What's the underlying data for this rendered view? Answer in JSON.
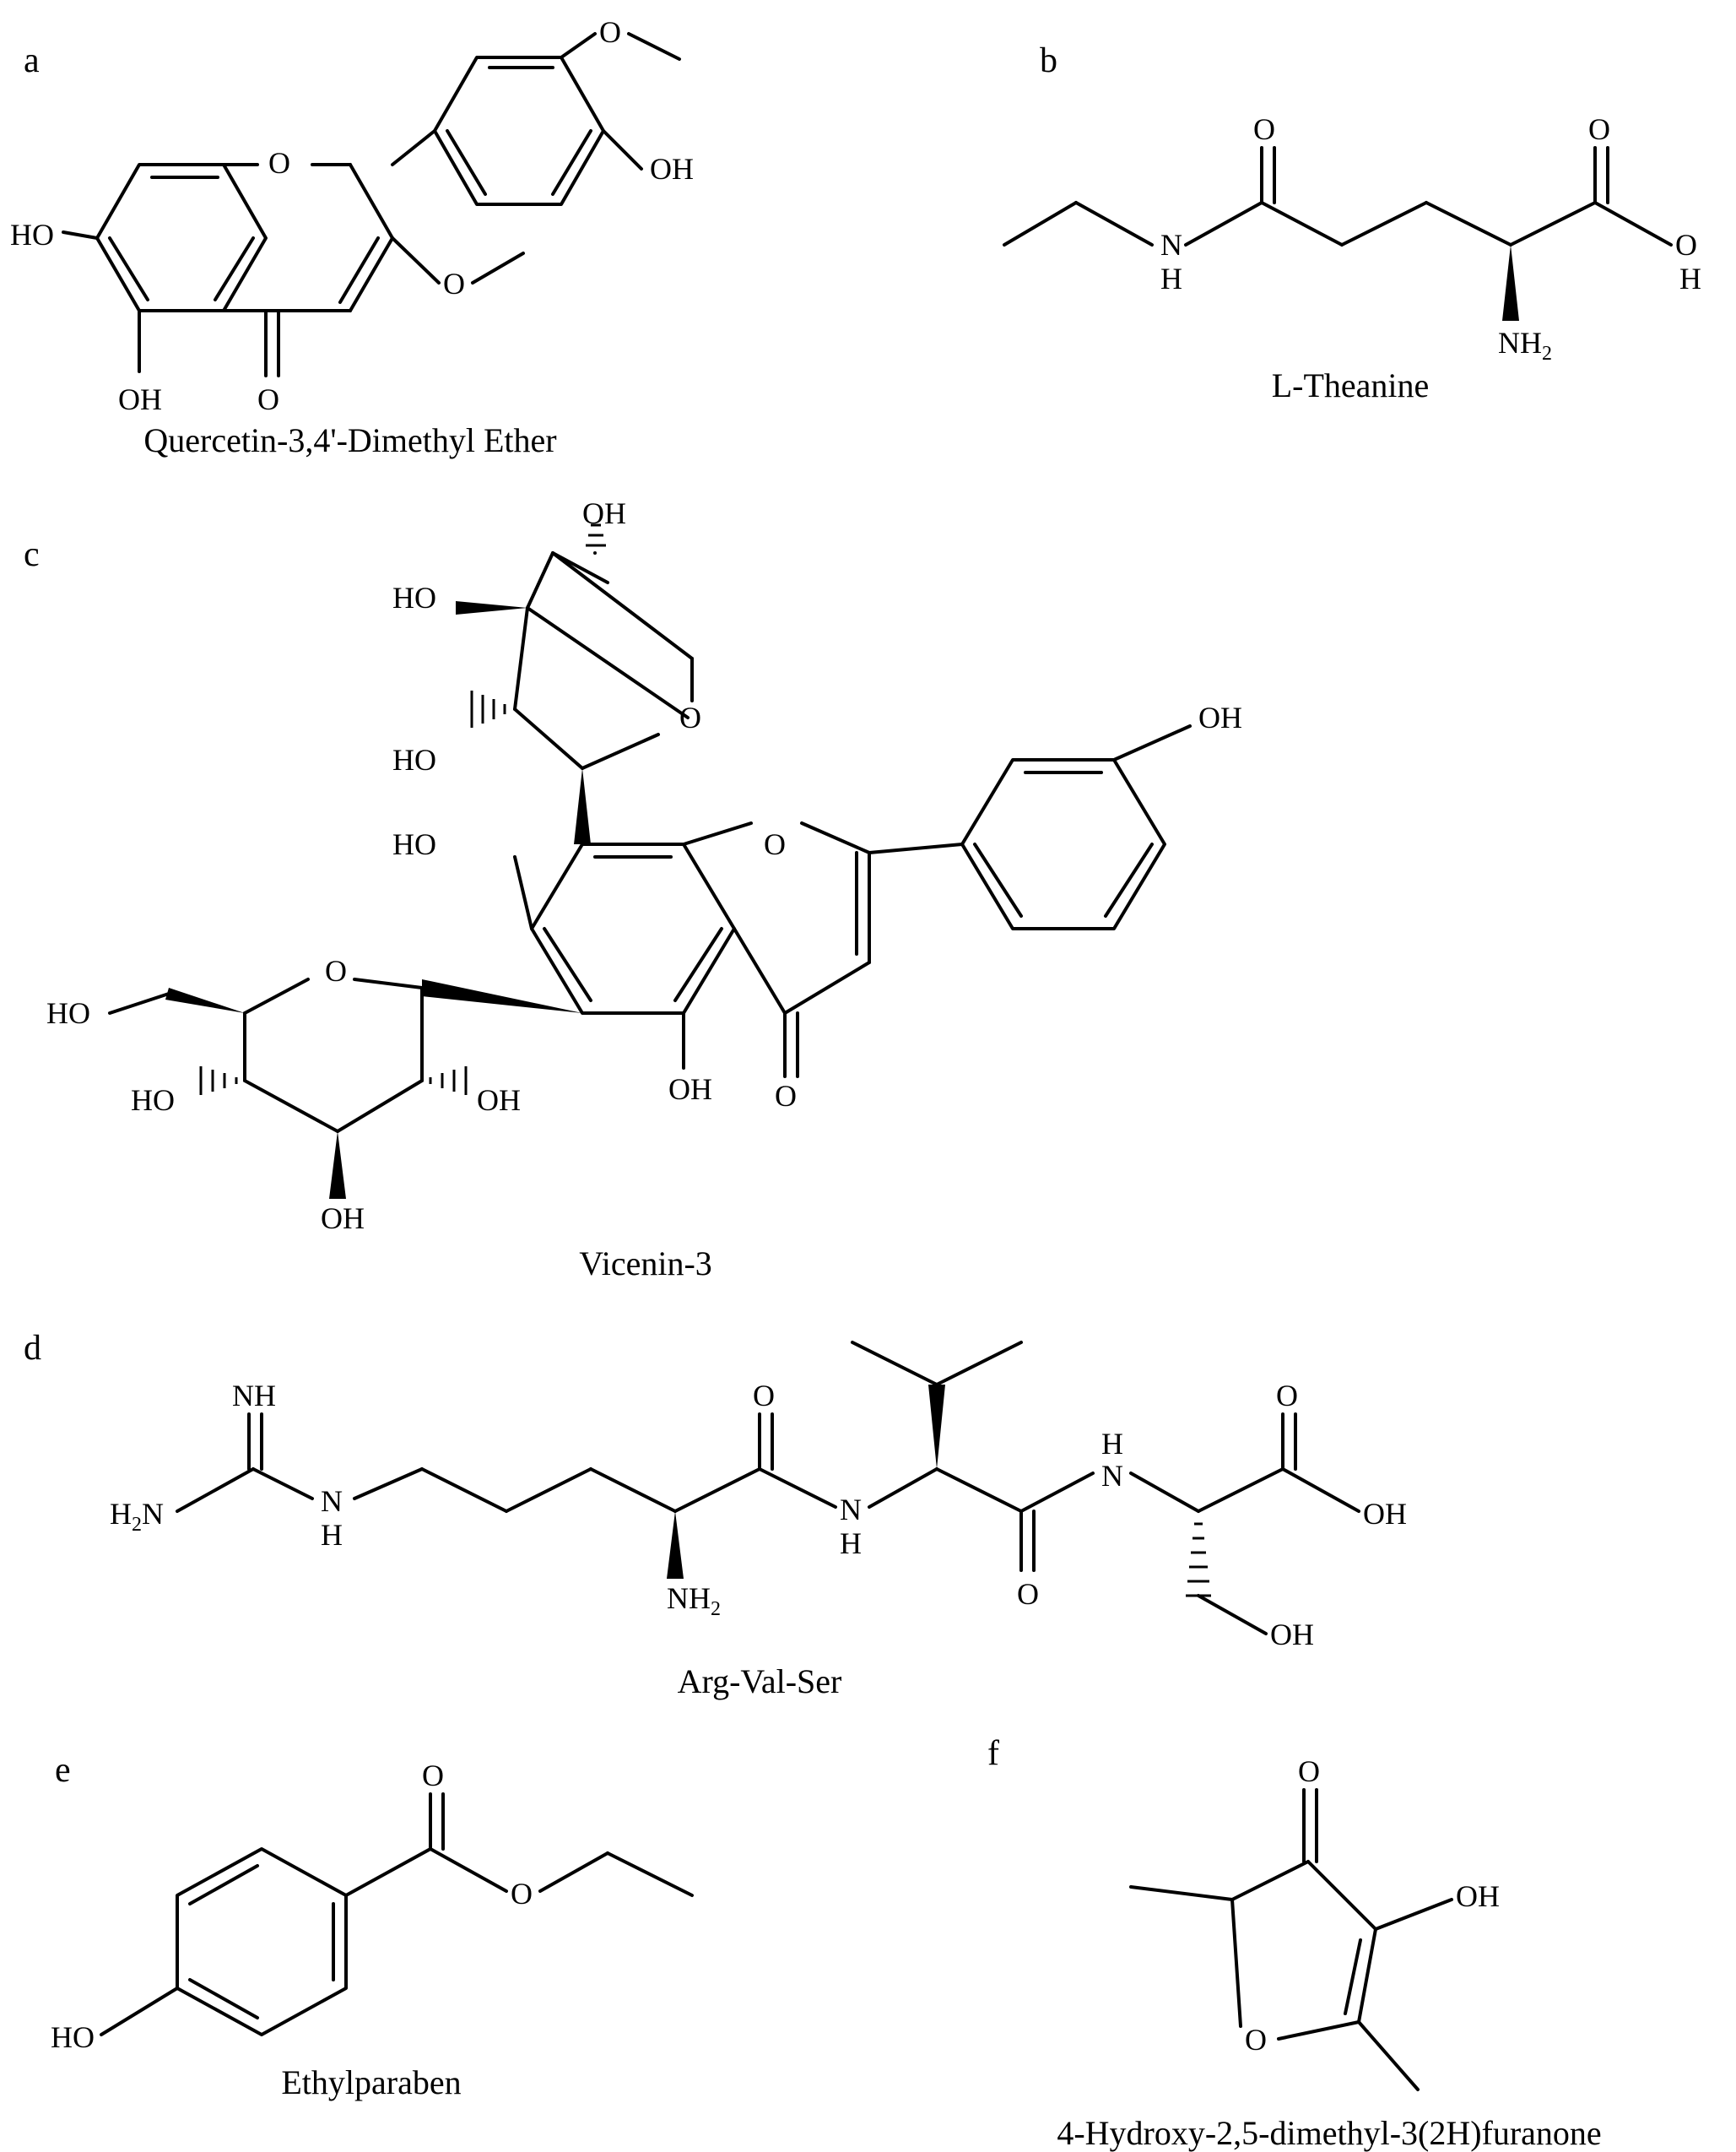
{
  "panels": {
    "a": {
      "letter": "a",
      "name": "Quercetin-3,4'-Dimethyl Ether"
    },
    "b": {
      "letter": "b",
      "name": "L-Theanine"
    },
    "c": {
      "letter": "c",
      "name": "Vicenin-3"
    },
    "d": {
      "letter": "d",
      "name": "Arg-Val-Ser"
    },
    "e": {
      "letter": "e",
      "name": "Ethylparaben"
    },
    "f": {
      "letter": "f",
      "name": "4-Hydroxy-2,5-dimethyl-3(2H)furanone"
    }
  },
  "atoms": {
    "O": "O",
    "OH": "OH",
    "HO": "HO",
    "N": "N",
    "H": "H",
    "NH": "NH",
    "NH2_main": "NH",
    "NH2_sub": "2",
    "H2N_h": "H",
    "H2N_sub": "2",
    "H2N_n": "N"
  }
}
